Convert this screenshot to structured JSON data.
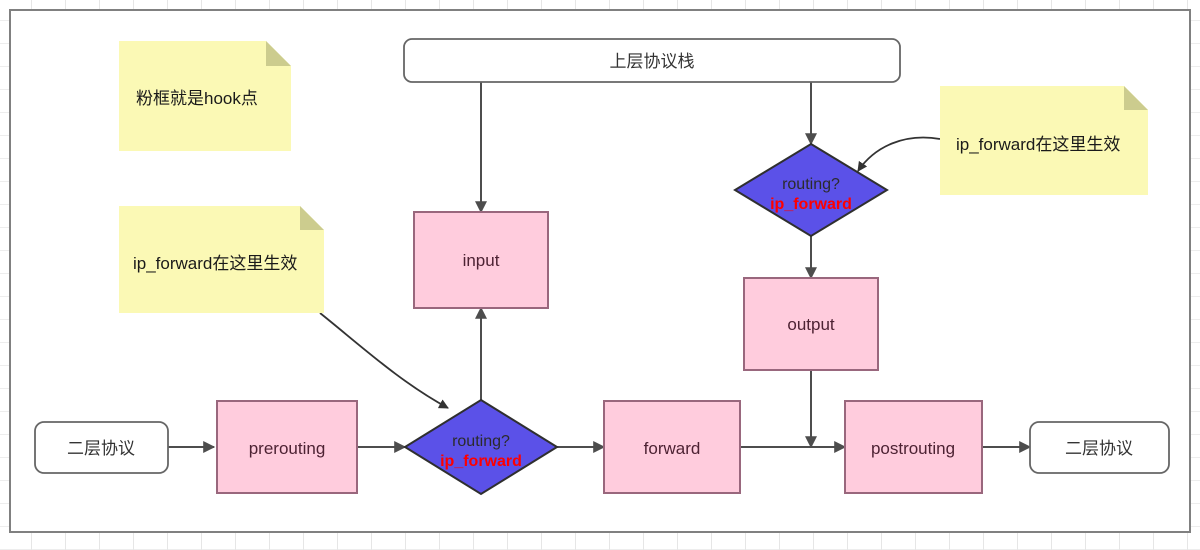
{
  "canvas": {
    "background_color": "#ffffff",
    "frame_color": "#808080",
    "grid_color": "#e6e6e6"
  },
  "palette": {
    "pink_fill": "#ffccdd",
    "pink_stroke": "#99677d",
    "blue_fill": "#5b51e8",
    "blue_stroke": "#2f2f2f",
    "yellow_fill": "#fbf9b5",
    "yellow_fold": "#cccc8e",
    "white_fill": "#ffffff",
    "gray_stroke": "#666666",
    "red_text": "#fe0000",
    "dark_text": "#333333"
  },
  "notes": [
    {
      "id": "note-hook",
      "text": "粉框就是hook点"
    },
    {
      "id": "note-ipforward-left",
      "text": "ip_forward在这里生效"
    },
    {
      "id": "note-ipforward-right",
      "text": "ip_forward在这里生效"
    }
  ],
  "nodes": {
    "upper_stack": {
      "label": "上层协议栈",
      "shape": "rounded-rect",
      "fill": "white"
    },
    "layer2_in": {
      "label": "二层协议",
      "shape": "rounded-rect",
      "fill": "white"
    },
    "layer2_out": {
      "label": "二层协议",
      "shape": "rounded-rect",
      "fill": "white"
    },
    "input": {
      "label": "input",
      "shape": "rect",
      "fill": "pink"
    },
    "output": {
      "label": "output",
      "shape": "rect",
      "fill": "pink"
    },
    "forward": {
      "label": "forward",
      "shape": "rect",
      "fill": "pink"
    },
    "prerouting": {
      "label": "prerouting",
      "shape": "rect",
      "fill": "pink"
    },
    "postrouting": {
      "label": "postrouting",
      "shape": "rect",
      "fill": "pink"
    },
    "routing_top": {
      "label_main": "routing?",
      "label_sub": "ip_forward",
      "shape": "diamond",
      "fill": "blue"
    },
    "routing_bottom": {
      "label_main": "routing?",
      "label_sub": "ip_forward",
      "shape": "diamond",
      "fill": "blue"
    }
  },
  "edges": [
    {
      "from": "upper_stack",
      "to": "input",
      "style": "straight"
    },
    {
      "from": "upper_stack",
      "to": "routing_top",
      "style": "straight"
    },
    {
      "from": "routing_top",
      "to": "output",
      "style": "straight"
    },
    {
      "from": "output",
      "to": "postrouting",
      "style": "straight"
    },
    {
      "from": "layer2_in",
      "to": "prerouting",
      "style": "straight"
    },
    {
      "from": "prerouting",
      "to": "routing_bottom",
      "style": "straight"
    },
    {
      "from": "routing_bottom",
      "to": "input",
      "style": "straight"
    },
    {
      "from": "routing_bottom",
      "to": "forward",
      "style": "straight"
    },
    {
      "from": "forward",
      "to": "postrouting",
      "style": "straight"
    },
    {
      "from": "postrouting",
      "to": "layer2_out",
      "style": "straight"
    },
    {
      "from": "note-ipforward-left",
      "to": "routing_bottom",
      "style": "curved"
    },
    {
      "from": "note-ipforward-right",
      "to": "routing_top",
      "style": "curved"
    }
  ]
}
